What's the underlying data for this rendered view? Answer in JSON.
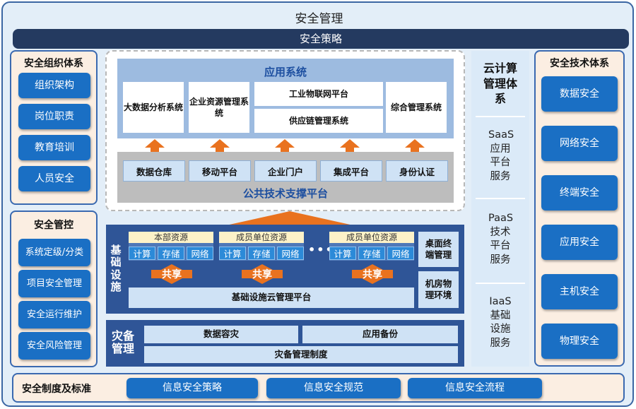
{
  "title": "安全管理",
  "strategy": "安全策略",
  "left_org": {
    "title": "安全组织体系",
    "items": [
      "组织架构",
      "岗位职责",
      "教育培训",
      "人员安全"
    ]
  },
  "left_control": {
    "title": "安全管控",
    "items": [
      "系统定级/分类",
      "项目安全管理",
      "安全运行维护",
      "安全风险管理"
    ]
  },
  "app_system": {
    "title": "应用系统",
    "items": [
      "大数据分析系统",
      "企业资源管理系统",
      "工业物联网平台",
      "供应链管理系统",
      "综合管理系统"
    ]
  },
  "public_platform": {
    "title": "公共技术支撑平台",
    "items": [
      "数据仓库",
      "移动平台",
      "企业门户",
      "集成平台",
      "身份认证"
    ]
  },
  "infrastructure": {
    "label": "基础设施",
    "resources": [
      {
        "title": "本部资源",
        "cells": [
          "计算",
          "存储",
          "网络"
        ]
      },
      {
        "title": "成员单位资源",
        "cells": [
          "计算",
          "存储",
          "网络"
        ]
      },
      {
        "title": "成员单位资源",
        "cells": [
          "计算",
          "存储",
          "网络"
        ]
      }
    ],
    "dots": "•••",
    "share": "共享",
    "cloud_platform": "基础设施云管理平台",
    "desktop": "桌面终端管理",
    "room": "机房物理环境"
  },
  "disaster": {
    "label": "灾备管理",
    "items": [
      "数据容灾",
      "应用备份",
      "灾备管理制度"
    ]
  },
  "cloud": {
    "title": "云计算管理体系",
    "saas": "SaaS应用平台服务",
    "paas": "PaaS技术平台服务",
    "iaas": "IaaS基础设施服务"
  },
  "right_tech": {
    "title": "安全技术体系",
    "items": [
      "数据安全",
      "网络安全",
      "终端安全",
      "应用安全",
      "主机安全",
      "物理安全"
    ]
  },
  "bottom": {
    "title": "安全制度及标准",
    "items": [
      "信息安全策略",
      "信息安全规范",
      "信息安全流程"
    ]
  },
  "colors": {
    "accent_blue": "#1a6fc4",
    "navy": "#243a60",
    "dark_blue": "#2f5597",
    "orange": "#e9721f",
    "panel_bg": "#fbeee2"
  }
}
